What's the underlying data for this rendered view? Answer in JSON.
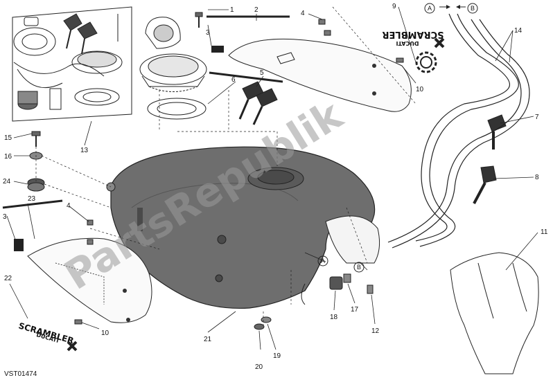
{
  "diagram": {
    "document_id": "VST01474",
    "watermark": "PartsRepublik",
    "brand_logo": {
      "main": "SCRAMBLER",
      "sub": "DUCATI"
    },
    "connector_letters": [
      "A",
      "B"
    ],
    "callouts": [
      "1",
      "2",
      "3",
      "4",
      "5",
      "6",
      "7",
      "8",
      "9",
      "10",
      "11",
      "12",
      "13",
      "14",
      "15",
      "16",
      "17",
      "18",
      "19",
      "20",
      "21",
      "22",
      "23",
      "24"
    ]
  }
}
